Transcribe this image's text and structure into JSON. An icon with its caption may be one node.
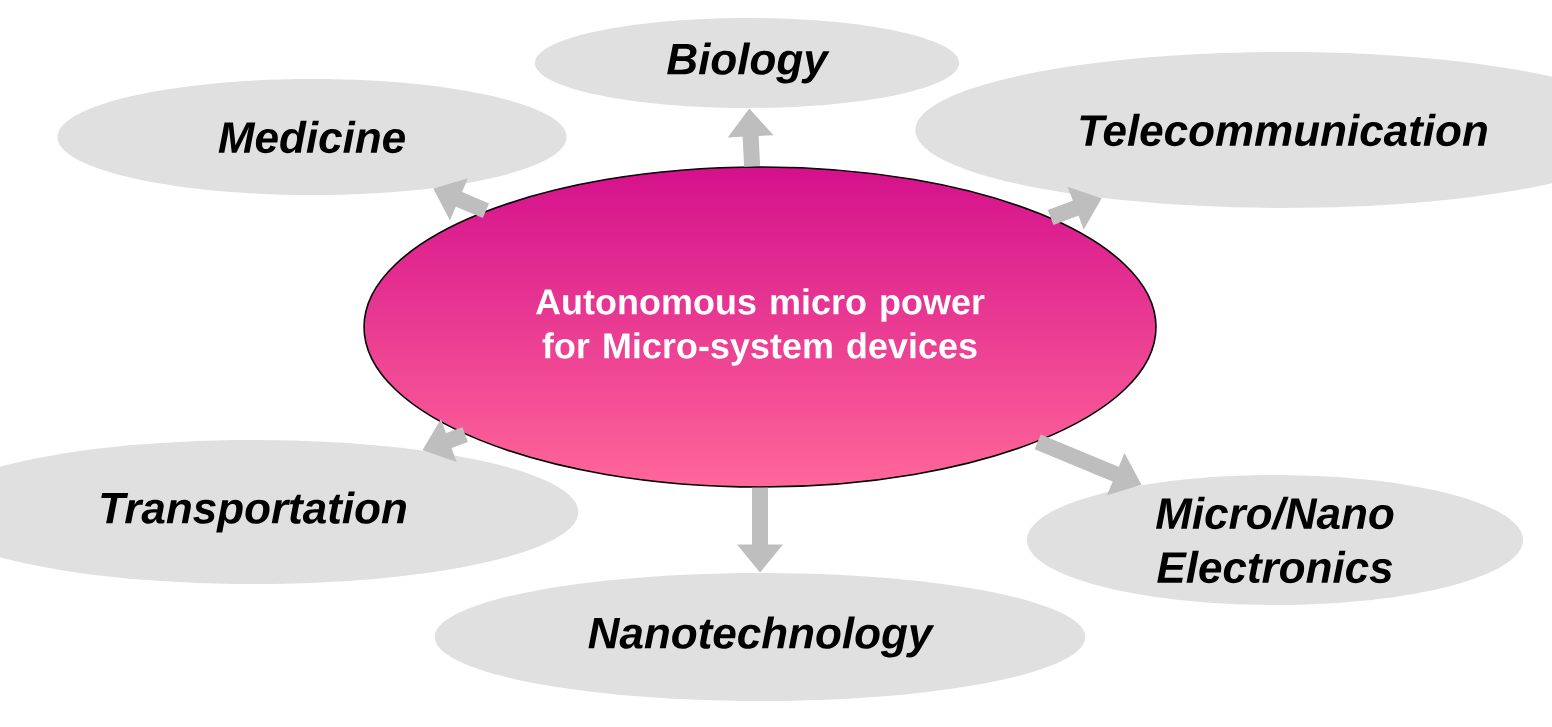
{
  "diagram": {
    "nodes": [
      {
        "text": [
          "Autonomous micro power for Micro-system devices"
        ]
      },
      {
        "text": [
          "Biology"
        ]
      },
      {
        "text": [
          "Medicine"
        ]
      },
      {
        "text": [
          "Telecommunication"
        ]
      },
      {
        "text": [
          "Transportation"
        ]
      },
      {
        "text": [
          "Micro/Nano Electronics"
        ]
      },
      {
        "text": [
          "Nanotechnology"
        ]
      }
    ],
    "edges": [
      {
        "from": 0,
        "to": 1,
        "arrow": "to"
      },
      {
        "from": 0,
        "to": 2,
        "arrow": "to"
      },
      {
        "from": 0,
        "to": 3,
        "arrow": "to"
      },
      {
        "from": 0,
        "to": 4,
        "arrow": "to"
      },
      {
        "from": 0,
        "to": 5,
        "arrow": "to"
      },
      {
        "from": 0,
        "to": 6,
        "arrow": "to"
      }
    ]
  }
}
